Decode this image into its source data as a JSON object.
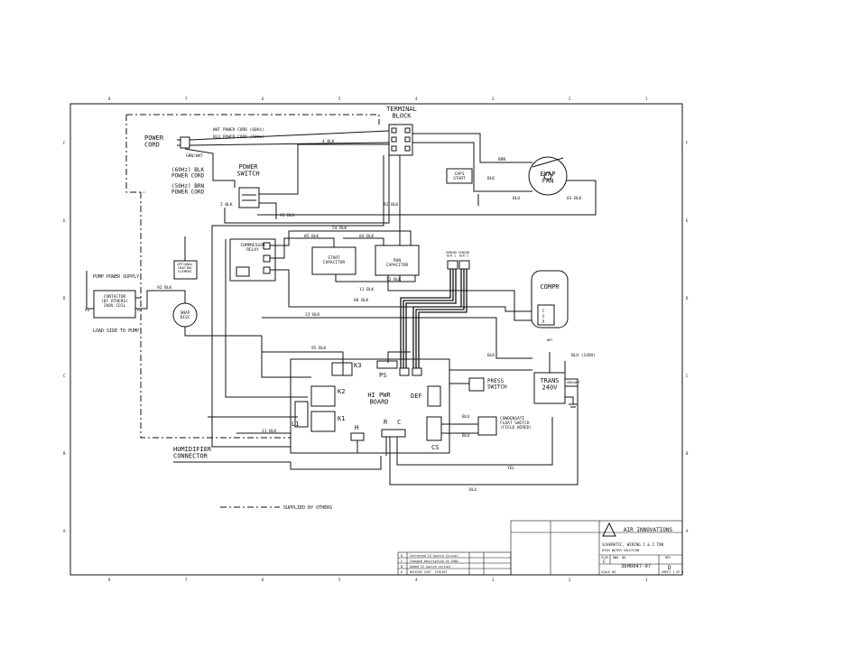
{
  "border": {
    "top_zones": [
      "8",
      "7",
      "6",
      "5",
      "4",
      "3",
      "2",
      "1"
    ],
    "side_zones": [
      "F",
      "E",
      "D",
      "C",
      "B",
      "A"
    ]
  },
  "components": {
    "terminal_block": "TERMINAL\nBLOCK",
    "power_cord": "POWER\nCORD",
    "power_cord_colors_1": "WHT POWER CORD (60Hz)",
    "power_cord_colors_2": "BLU POWER CORD (50Hz)",
    "grn_wht": "GRN/WHT",
    "cord_60hz": "(60Hz) BLK\nPOWER CORD",
    "cord_50hz": "(50Hz) BRN\nPOWER CORD",
    "power_switch": "POWER\nSWITCH",
    "cap_start": "CAP1\nSTART",
    "evap_fan": "EVAP\nFAN",
    "compressor_relay": "COMPRESSOR\nRELAY",
    "start_capacitor": "START\nCAPACITOR",
    "run_capacitor": "RUN\nCAPACITOR",
    "compr": "COMPR",
    "pump_power_supply": "PUMP POWER SUPPLY",
    "contactor": "CONTACTOR\n(BY OTHERS)\n208V COIL",
    "load_side": "LOAD SIDE TO PUMP",
    "optional_heating": "OPTIONAL\nHEATING\nELEMENT",
    "snap_disc": "SNAP\nDISC",
    "hi_pwr_board": "HI PWR\nBOARD",
    "press_switch": "PRESS\nSWITCH",
    "trans": "TRANS\n240V",
    "condensate_float": "CONDENSATE\nFLOAT SWITCH\n(FIELD WIRED)",
    "humidifier_connector": "HUMIDIFIER\nCONNECTOR",
    "supplied_by_others": "SUPPLIED BY OTHERS",
    "k1": "K1",
    "k2": "K2",
    "k3": "K3",
    "l1": "L1",
    "ps": "PS",
    "def": "DEF",
    "h": "H",
    "r": "R",
    "c": "C",
    "cs": "CS",
    "a1": "A1",
    "a2": "A2",
    "thermistor_1": "SENSOR\nAIR 1",
    "thermistor_2": "SENSOR\nAIR 2"
  },
  "wires": {
    "w4": "4 BLK",
    "w2": "2 BLK",
    "w93": "93 BLK",
    "w92": "92 BLK",
    "w24": "24 BLK",
    "w05": "05 BLK",
    "w04": "04 BLK",
    "w12": "12 BLK",
    "w11": "11 BLK",
    "w88": "88 BLK",
    "w23": "23 BLK",
    "w95": "95 BLK",
    "w11b": "11 BLK",
    "w92a": "92 BLK",
    "brn": "BRN",
    "blk_fan": "BLK",
    "blu_fan": "BLU",
    "w01": "01 BLK",
    "blk_trans": "BLK",
    "blu_240": "BLU (240V)",
    "blu_cond1": "BLU",
    "blu_cond2": "BLU",
    "yel": "YEL",
    "blu_bottom": "BLU",
    "wht": "WHT",
    "grn_wht_trans": "GRN/WHT"
  },
  "title_block": {
    "company": "AIR INNOVATIONS",
    "title": "SCHEMATIC, WIRING 1 & 2 TON",
    "subtitle": "HIGH WATER SOLUTION",
    "size_label": "SIZE",
    "size": "C",
    "dwg_label": "DWG. NO.",
    "dwg_no": "36H0047-07",
    "rev_label": "REV",
    "rev": "D",
    "scale": "SCALE NS",
    "sheet": "SHEET 1 OF 1",
    "revisions": [
      {
        "rev": "D",
        "desc": "Corrected CS Switch Circuit"
      },
      {
        "rev": "C",
        "desc": "Changed description to SH04"
      },
      {
        "rev": "B",
        "desc": "Added CS switch circuit"
      },
      {
        "rev": "A",
        "desc": "RELEASE CUST. CIRCUIT"
      }
    ]
  }
}
